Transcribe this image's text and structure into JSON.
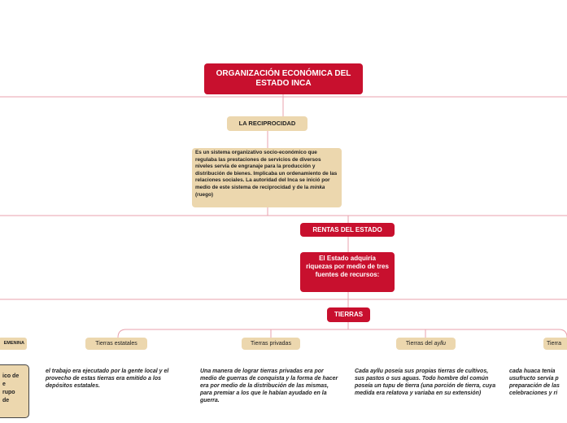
{
  "root": {
    "title": "ORGANIZACIÓN ECONÓMICA DEL ESTADO INCA"
  },
  "reciprocidad": {
    "title": "LA RECIPROCIDAD",
    "text_before": "Es un sistema organizativo socio-económico que regulaba las prestaciones de servicios de diversos niveles  servía de engranaje para la producción y distribución de bienes. Implicaba un ordenamiento de las relaciones sociales. La autoridad del Inca se inició por medio de este sistema de reciprocidad y de la ",
    "text_italic": "minka",
    "text_after": " (ruego)"
  },
  "rentas": {
    "title": "RENTAS DEL ESTADO",
    "desc": "El Estado adquiría riquezas por medio de tres fuentes de recursos:"
  },
  "tierras": {
    "title": "TIERRAS"
  },
  "branches": [
    {
      "label": "Tierras estatales",
      "note": "el trabajo era ejecutado por la gente local y el provecho de estas tierras era emitido a los depósitos estatales."
    },
    {
      "label": "Tierras privadas",
      "note": "Una manera de lograr tierras privadas era por medio de guerras de conquista y la forma de hacer era por medio de la distribución de las mismas, para premiar a los que le habían ayudado en la guerra."
    },
    {
      "label_before": "Tierras del ",
      "label_italic": "ayllu",
      "note_before": "Cada ",
      "note_italic": "ayllu",
      "note_after": " poseía sus propias tierras de cultivos, sus pastos o sus aguas. Todo hombre del común poseía un tupu de tierra (una porción de tierra, cuya medida era relatova y variaba en su extensión)"
    },
    {
      "label": "Tierra",
      "note": "cada huaca tenía usufructo servía p preparación de las celebraciones y ri"
    }
  ],
  "left_cut": {
    "label": "EMENINA",
    "box_lines": [
      "ico de",
      "e",
      "rupo",
      "de"
    ]
  },
  "colors": {
    "red": "#c8102e",
    "tan": "#ecd7ae",
    "line": "#e8a0ac"
  }
}
